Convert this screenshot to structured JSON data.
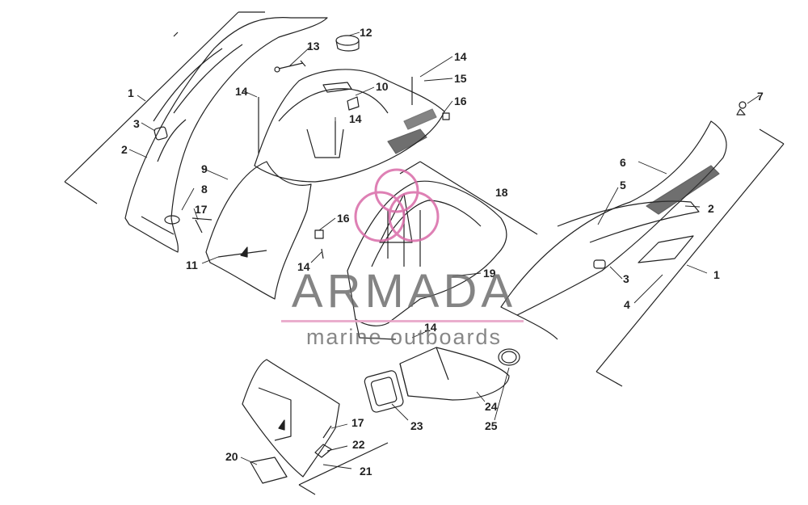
{
  "diagram": {
    "callouts": [
      "1",
      "2",
      "3",
      "4",
      "5",
      "6",
      "7",
      "8",
      "9",
      "10",
      "11",
      "12",
      "13",
      "14",
      "14",
      "14",
      "14",
      "14",
      "15",
      "16",
      "16",
      "17",
      "17",
      "18",
      "19",
      "20",
      "21",
      "22",
      "23",
      "24",
      "25",
      "1",
      "2",
      "3"
    ]
  },
  "watermark": {
    "brand": "ARMADA",
    "tagline": "marine outboards",
    "logo_color": "#d96aa8"
  }
}
